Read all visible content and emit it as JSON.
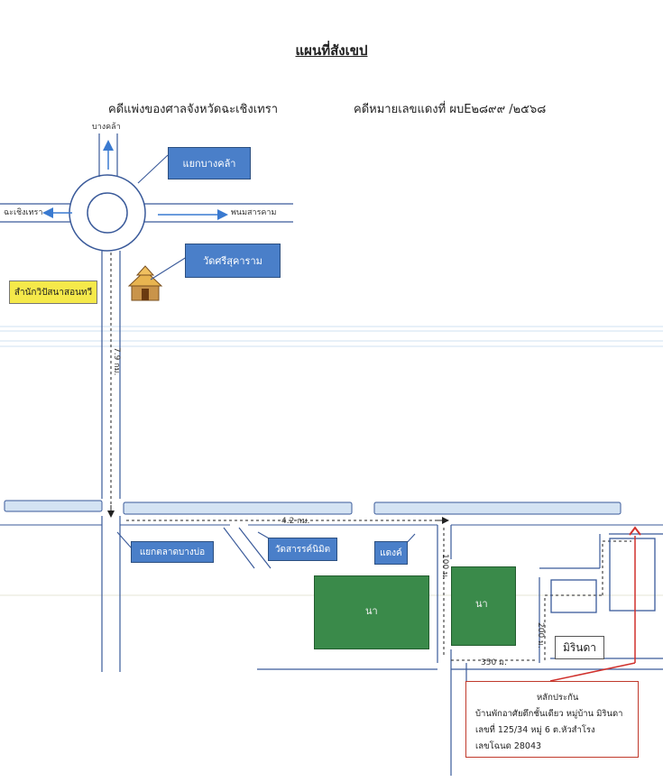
{
  "title": "แผนที่สังเขป",
  "header": {
    "court": "คดีแพ่งของศาลจังหวัดฉะเชิงเทรา",
    "case": "คดีหมายเลขแดงที่  ผบE๒๘๙๙ /๒๕๖๘"
  },
  "roads": {
    "bang_khla": "บางคล้า",
    "chachoengsao": "ฉะเชิงเทรา",
    "phanom_sarakham": "พนมสารคาม",
    "dist_7_9": "7.9 กม.",
    "dist_4_2": "4.2 กม.",
    "dist_100": "100 ม.",
    "dist_350": "350 ม.",
    "dist_200": "200 ม."
  },
  "places": {
    "bang_khla_junction": "แยกบางคล้า",
    "wat_sri": "วัดศรีสุคาราม",
    "office": "สำนักวิปัสนาสอนทวี",
    "talat_junction": "แยกตลาดบางบ่อ",
    "wat_sarn": "วัดสารรค์นิมิต",
    "shop": "แดงค์",
    "field1": "นา",
    "field2": "นา",
    "mirindha": "มิรินดา"
  },
  "collateral": {
    "heading": "หลักประกัน",
    "line1": "บ้านพักอาศัยตึกชั้นเดียว หมู่บ้าน มิรินดา",
    "line2": "เลขที่ 125/34    หมู่ 6  ต.หัวสำโรง",
    "line3": "เลขโฉนด  28043"
  },
  "colors": {
    "road": "#3a5a9a",
    "label_blue": "#4a7fc9",
    "field_green": "#3a8a4a",
    "marker_red": "#d0312d",
    "office_yellow": "#f5e94a"
  }
}
